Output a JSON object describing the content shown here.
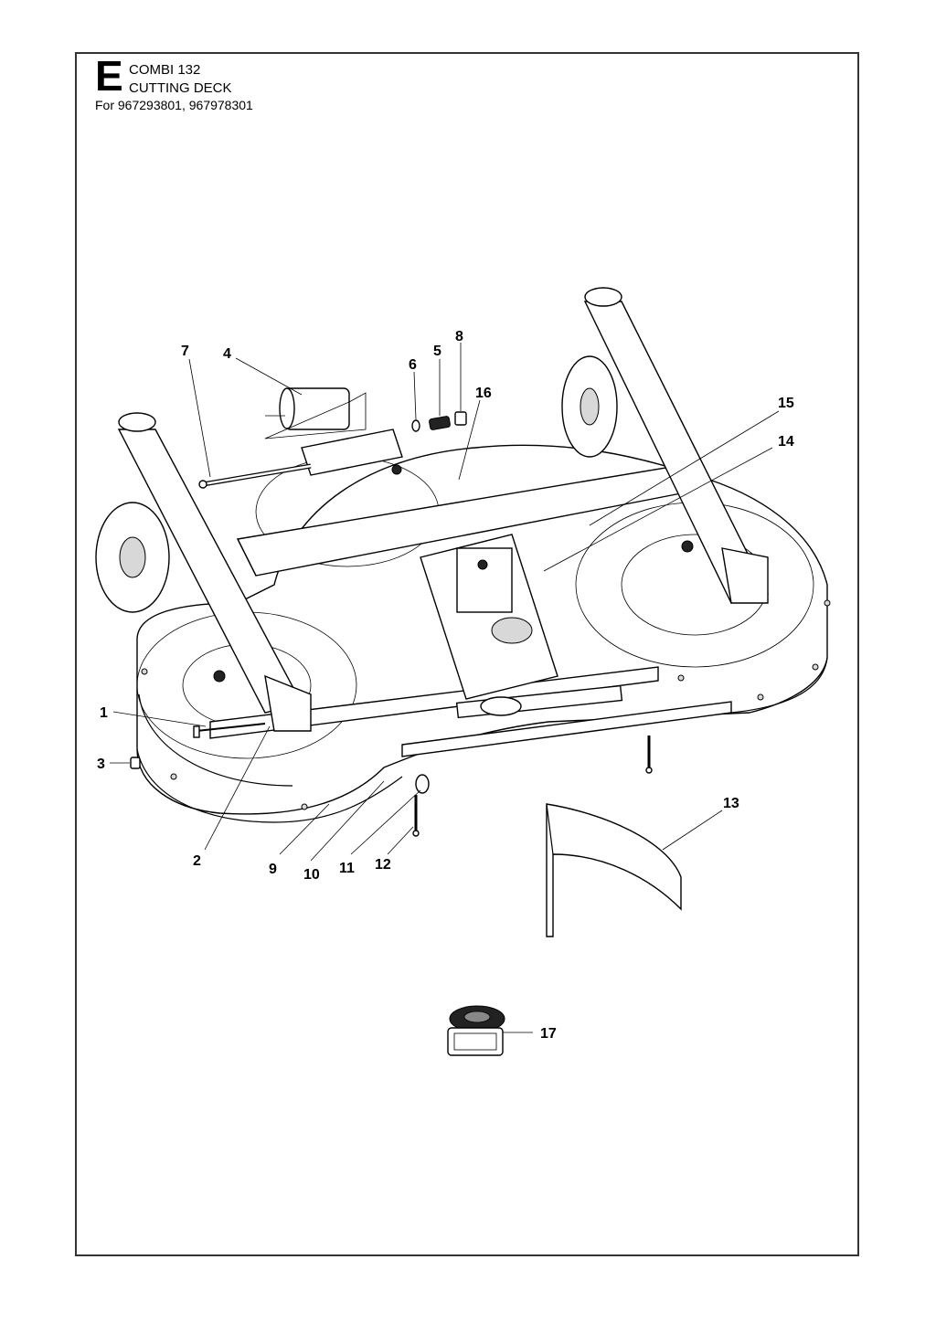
{
  "header": {
    "section_letter": "E",
    "model": "COMBI 132",
    "title": "CUTTING DECK",
    "applicability": "For 967293801, 967978301"
  },
  "callouts": [
    {
      "id": "c1",
      "label": "1"
    },
    {
      "id": "c2",
      "label": "2"
    },
    {
      "id": "c3",
      "label": "3"
    },
    {
      "id": "c4",
      "label": "4"
    },
    {
      "id": "c5",
      "label": "5"
    },
    {
      "id": "c6",
      "label": "6"
    },
    {
      "id": "c7",
      "label": "7"
    },
    {
      "id": "c8",
      "label": "8"
    },
    {
      "id": "c9",
      "label": "9"
    },
    {
      "id": "c10",
      "label": "10"
    },
    {
      "id": "c11",
      "label": "11"
    },
    {
      "id": "c12",
      "label": "12"
    },
    {
      "id": "c13",
      "label": "13"
    },
    {
      "id": "c14",
      "label": "14"
    },
    {
      "id": "c15",
      "label": "15"
    },
    {
      "id": "c16",
      "label": "16"
    },
    {
      "id": "c17",
      "label": "17"
    }
  ]
}
